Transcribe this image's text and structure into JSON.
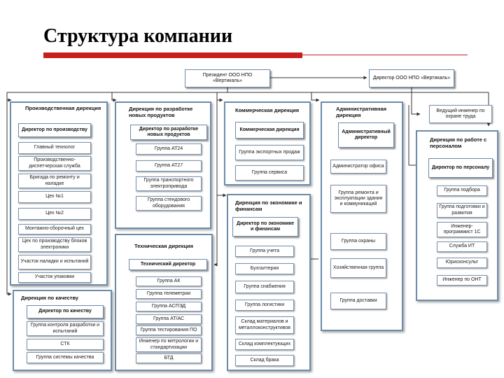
{
  "title": "Структура компании",
  "top": {
    "president": "Президент ООО НПО «Вертикаль»",
    "security_director": "Директор ООО НПО «Вертикаль»",
    "safety_engineer": "Ведущий инженер по охране труда"
  },
  "production": {
    "title": "Производственная дирекция",
    "head": "Директор по производству",
    "items": [
      "Главный технолог",
      "Производственно-диспетчерская служба",
      "Бригада по ремонту и наладке",
      "Цех №1",
      "Цех №2",
      "Монтажно-сборочный цех",
      "Цех по производству блоков электроники",
      "Участок наладки и испытаний",
      "Участок упаковки"
    ]
  },
  "quality": {
    "title": "Дирекция по качеству",
    "head": "Директор по качеству",
    "items": [
      "Группа контроля разработки и испытаний",
      "СТК",
      "Группа системы качества"
    ]
  },
  "development": {
    "title": "Дирекция по разработке новых продуктов",
    "head": "Директор по разработке новых продуктов",
    "items": [
      "Группа АТ24",
      "Группа АТ27",
      "Группа транспортного электропривода",
      "Группа стендового оборудования"
    ]
  },
  "technical": {
    "title": "Техническая дирекция",
    "head": "Технический директор",
    "items": [
      "Группа АК",
      "Группа телеметрии",
      "Группа АСПЭД",
      "Группа АТ/АС",
      "Группа тестирования ПО",
      "Инженер по метрологии и стандартизации",
      "БТД"
    ]
  },
  "commercial": {
    "title": "Коммерческая дирекция",
    "head": "Коммерческая дирекция",
    "items": [
      "Группа экспортных продаж",
      "Группа сервиса"
    ]
  },
  "economics": {
    "title": "Дирекция по экономике и финансам",
    "head": "Директор по экономике и финансам",
    "items": [
      "Группа учета",
      "Бухгалтерия",
      "Группа снабжения",
      "Группа логистики",
      "Склад материалов и металлоконструктивов",
      "Склад комплектующих",
      "Склад брака"
    ]
  },
  "administrative": {
    "title": "Административная дирекция",
    "head": "Административный директор",
    "items": [
      "Администратор офиса",
      "Группа ремонта и эксплуатации здания и коммуникаций",
      "Группа охраны",
      "Хозяйственная группа",
      "Группа доставки"
    ]
  },
  "personnel": {
    "title": "Дирекция по работе с персоналом",
    "head": "Директор по персоналу",
    "items": [
      "Группа подбора",
      "Группа подготовки и развития",
      "Инженер-программист 1С",
      "Служба ИТ",
      "Юрисконсульт",
      "Инженер по ОНТ"
    ]
  }
}
